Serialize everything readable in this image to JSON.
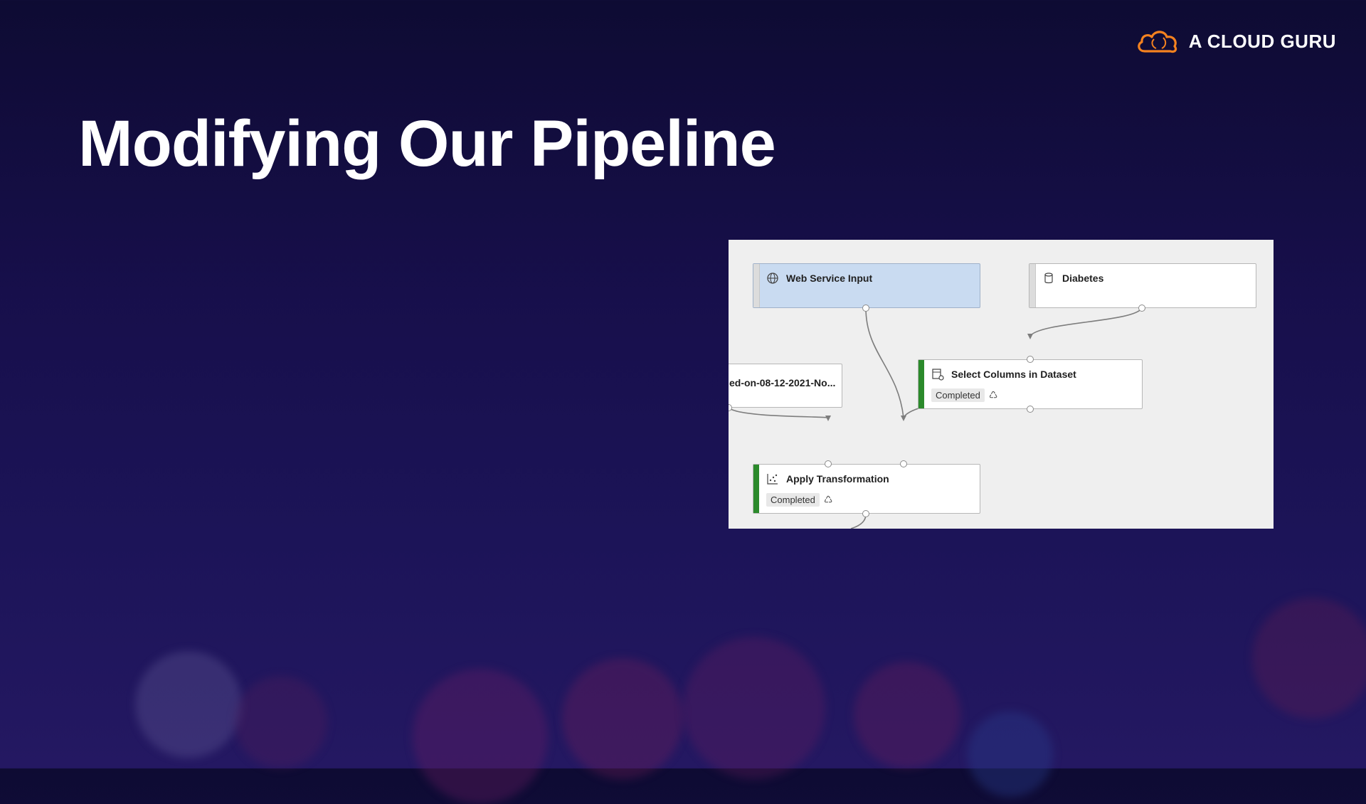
{
  "slide": {
    "title": "Modifying Our Pipeline"
  },
  "brand": {
    "name": "A CLOUD GURU",
    "icon": "cloud-logo-icon",
    "accent": "#f5821f"
  },
  "pipeline": {
    "nodes": {
      "web_service_input": {
        "title": "Web Service Input",
        "icon": "globe-icon"
      },
      "diabetes": {
        "title": "Diabetes",
        "icon": "dataset-icon"
      },
      "trained_model": {
        "title": "ed-on-08-12-2021-No..."
      },
      "select_columns": {
        "title": "Select Columns in Dataset",
        "icon": "select-columns-icon",
        "status": "Completed",
        "status_icon": "recycle-icon"
      },
      "apply_transformation": {
        "title": "Apply Transformation",
        "icon": "transform-icon",
        "status": "Completed",
        "status_icon": "recycle-icon"
      }
    },
    "colors": {
      "status_completed": "#2b8a2b",
      "highlight": "#c9dbf1",
      "canvas": "#efefef"
    }
  }
}
